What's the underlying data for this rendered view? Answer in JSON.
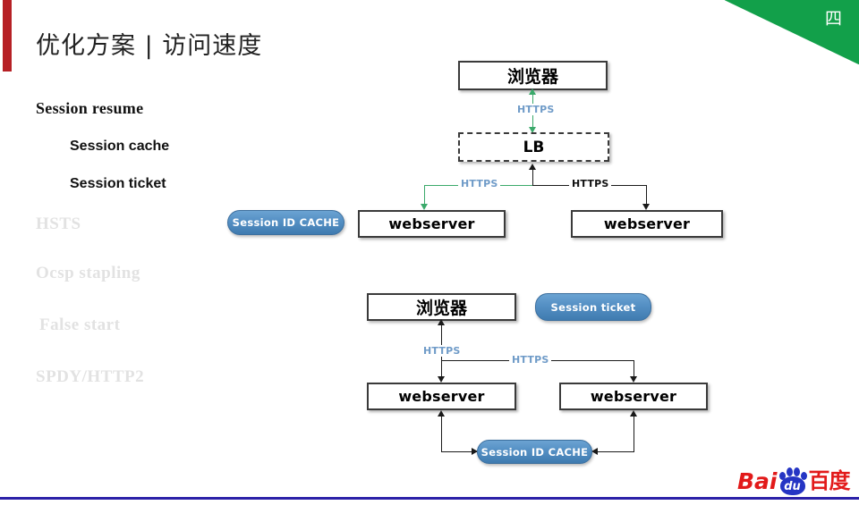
{
  "slide": {
    "title": "优化方案 | 访问速度",
    "corner_number": "四",
    "accent_green": "#12a04a",
    "accent_red": "#b62025",
    "accent_blue_rule": "#2b21a8",
    "pill_blue": "#4a86bd",
    "link_green": "#3aa96a",
    "dim_gray": "#e2e2e2"
  },
  "outline": {
    "heading": "Session resume",
    "sub_items": [
      {
        "label": "Session cache"
      },
      {
        "label": "Session ticket"
      }
    ],
    "dim_items": [
      {
        "label": "HSTS"
      },
      {
        "label": "Ocsp stapling"
      },
      {
        "label": "False start"
      },
      {
        "label": "SPDY/HTTP2"
      }
    ]
  },
  "diagram_top": {
    "browser": "浏览器",
    "lb": "LB",
    "webserver_left": "webserver",
    "webserver_right": "webserver",
    "cache_pill": "Session ID CACHE",
    "label_browser_lb": "HTTPS",
    "label_lb_left": "HTTPS",
    "label_lb_right": "HTTPS"
  },
  "diagram_bottom": {
    "browser": "浏览器",
    "ticket_pill": "Session ticket",
    "webserver_left": "webserver",
    "webserver_right": "webserver",
    "cache_pill": "Session ID CACHE",
    "label_browser_left": "HTTPS",
    "label_browser_right": "HTTPS"
  },
  "branding": {
    "bai": "Bai",
    "du": "du",
    "cn": "百度"
  }
}
